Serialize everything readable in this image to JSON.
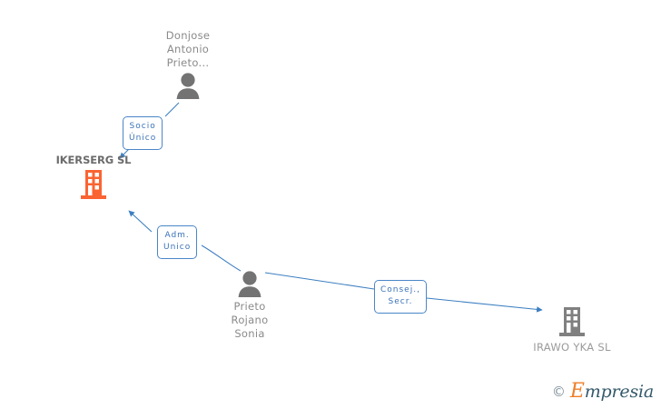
{
  "diagram": {
    "type": "corporate-relationship-graph",
    "background_color": "#ffffff",
    "accent_color": "#3d7fc1",
    "company_highlight_color": "#fa6432",
    "company_plain_color": "#808080",
    "person_color": "#737373"
  },
  "nodes": {
    "person_top": {
      "name": "Donjose\nAntonio\nPrieto...",
      "icon": "person-avatar-icon"
    },
    "company_main": {
      "name": "IKERSERG SL",
      "icon": "building-icon"
    },
    "person_center": {
      "name": "Prieto\nRojano\nSonia",
      "icon": "person-avatar-icon"
    },
    "company_right": {
      "name": "IRAWO YKA SL",
      "icon": "building-icon"
    }
  },
  "relations": [
    {
      "id": "socio-unico",
      "label": "Socio\nÚnico",
      "from": "person_top",
      "to": "company_main"
    },
    {
      "id": "adm-unico",
      "label": "Adm.\nUnico",
      "from": "person_center",
      "to": "company_main"
    },
    {
      "id": "consej-secr",
      "label": "Consej.,\nSecr.",
      "from": "person_center",
      "to": "company_right"
    }
  ],
  "watermark": {
    "copyright": "©",
    "brand_first_letter": "E",
    "brand_rest": "mpresia"
  }
}
